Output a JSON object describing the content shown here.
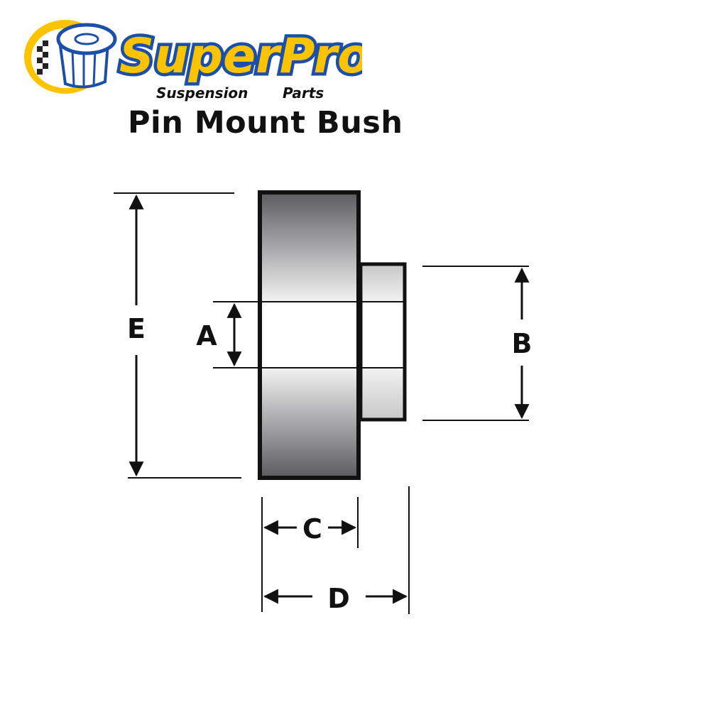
{
  "logo": {
    "brand": "SuperPro",
    "tagline_left": "Suspension",
    "tagline_right": "Parts"
  },
  "title": "Pin Mount Bush",
  "dimensions": {
    "A": "A",
    "B": "B",
    "C": "C",
    "D": "D",
    "E": "E"
  },
  "colors": {
    "logo_yellow": "#fcc400",
    "logo_blue": "#1b4fa8",
    "outline": "#111111"
  }
}
